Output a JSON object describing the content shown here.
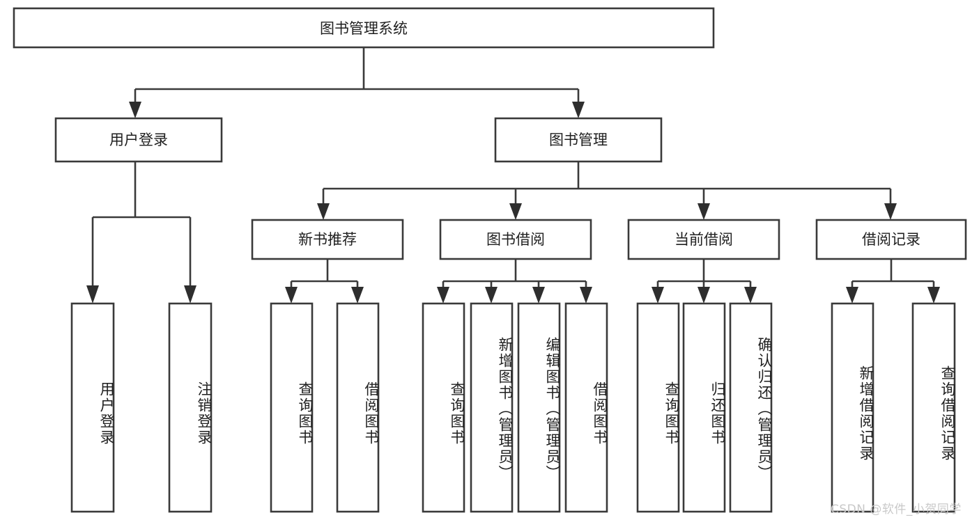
{
  "diagram": {
    "title": "图书管理系统",
    "type": "tree-hierarchy-diagram",
    "root": {
      "id": "root",
      "label": "图书管理系统",
      "orientation": "horizontal"
    },
    "level1": [
      {
        "id": "user-login",
        "label": "用户登录",
        "orientation": "horizontal"
      },
      {
        "id": "book-manage",
        "label": "图书管理",
        "orientation": "horizontal"
      }
    ],
    "level2": [
      {
        "id": "new-book-recommend",
        "label": "新书推荐",
        "orientation": "horizontal",
        "parent": "book-manage"
      },
      {
        "id": "book-borrow",
        "label": "图书借阅",
        "orientation": "horizontal",
        "parent": "book-manage"
      },
      {
        "id": "current-borrow",
        "label": "当前借阅",
        "orientation": "horizontal",
        "parent": "book-manage"
      },
      {
        "id": "borrow-record",
        "label": "借阅记录",
        "orientation": "horizontal",
        "parent": "book-manage"
      }
    ],
    "leaves": [
      {
        "id": "leaf-user-login",
        "label": "用户登录",
        "parent": "user-login",
        "orientation": "vertical"
      },
      {
        "id": "leaf-user-logout",
        "label": "注销登录",
        "parent": "user-login",
        "orientation": "vertical"
      },
      {
        "id": "leaf-query-book-1",
        "label": "查询图书",
        "parent": "new-book-recommend",
        "orientation": "vertical"
      },
      {
        "id": "leaf-borrow-book-1",
        "label": "借阅图书",
        "parent": "new-book-recommend",
        "orientation": "vertical"
      },
      {
        "id": "leaf-query-book-2",
        "label": "查询图书",
        "parent": "book-borrow",
        "orientation": "vertical"
      },
      {
        "id": "leaf-add-book",
        "label": "新增图书（管理员）",
        "parent": "book-borrow",
        "orientation": "vertical"
      },
      {
        "id": "leaf-edit-book",
        "label": "编辑图书（管理员）",
        "parent": "book-borrow",
        "orientation": "vertical"
      },
      {
        "id": "leaf-borrow-book-2",
        "label": "借阅图书",
        "parent": "book-borrow",
        "orientation": "vertical"
      },
      {
        "id": "leaf-query-book-3",
        "label": "查询图书",
        "parent": "current-borrow",
        "orientation": "vertical"
      },
      {
        "id": "leaf-return-book",
        "label": "归还图书",
        "parent": "current-borrow",
        "orientation": "vertical"
      },
      {
        "id": "leaf-confirm-return",
        "label": "确认归还（管理员）",
        "parent": "current-borrow",
        "orientation": "vertical"
      },
      {
        "id": "leaf-add-record",
        "label": "新增借阅记录",
        "parent": "borrow-record",
        "orientation": "vertical"
      },
      {
        "id": "leaf-query-record",
        "label": "查询借阅记录",
        "parent": "borrow-record",
        "orientation": "vertical"
      }
    ],
    "watermark": "CSDN @软件_小贺同学",
    "colors": {
      "box_stroke": "#3a3a3a",
      "box_fill": "#ffffff",
      "text": "#1f1f1f",
      "connector": "#3a3a3a",
      "arrow": "#2e2e2e",
      "watermark": "#c9c9c9",
      "background": "#ffffff"
    }
  }
}
